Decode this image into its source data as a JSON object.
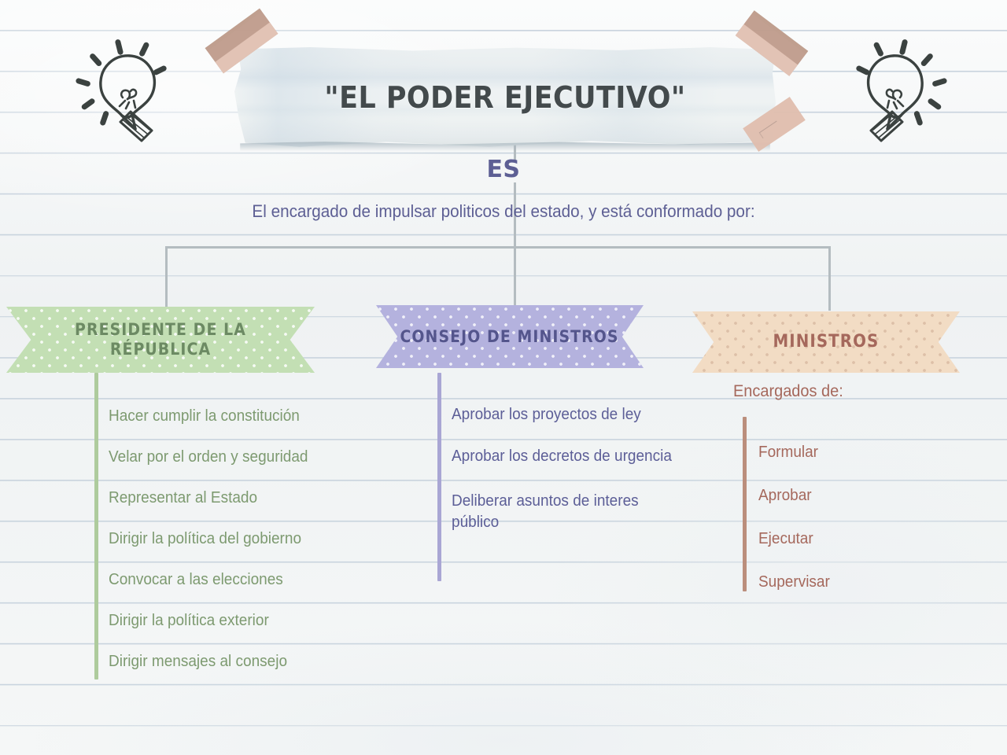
{
  "title": "\"EL PODER EJECUTIVO\"",
  "relation_label": "ES",
  "subtitle": "El encargado de impulsar politicos del estado, y está conformado por:",
  "branches": [
    {
      "heading": "PRESIDENTE DE LA RÉPUBLICA",
      "color": "#7d9a70",
      "banner_color": "#c3dfb4",
      "items": [
        "Hacer cumplir la constitución",
        "Velar por el orden y seguridad",
        "Representar al Estado",
        "Dirigir la política del gobierno",
        "Convocar a las elecciones",
        "Dirigir la política exterior",
        "Dirigir mensajes al consejo"
      ]
    },
    {
      "heading": "CONSEJO DE MINISTROS",
      "color": "#5c5e97",
      "banner_color": "#b4b2de",
      "items": [
        "Aprobar los proyectos de ley",
        "Aprobar los decretos de urgencia",
        "Deliberar asuntos de interes público"
      ]
    },
    {
      "heading": "MINISTROS",
      "color": "#a5685c",
      "banner_color": "#f2dcc4",
      "caption": "Encargados de:",
      "items": [
        "Formular",
        "Aprobar",
        "Ejecutar",
        "Supervisar"
      ]
    }
  ],
  "decorations": {
    "bulb_left": "lightbulb-icon",
    "bulb_right": "lightbulb-icon",
    "tape_top_left": "tape-strip",
    "tape_top_right": "tape-strip",
    "tape_bottom_right": "tape-strip"
  },
  "colors": {
    "title_text": "#434a4c",
    "accent_purple": "#5d5f94",
    "accent_green": "#7d9a70",
    "accent_brown": "#a5685c",
    "connector": "#b4bcc0",
    "paper": "#f3f5f5",
    "rule_line": "#c9d4de"
  }
}
